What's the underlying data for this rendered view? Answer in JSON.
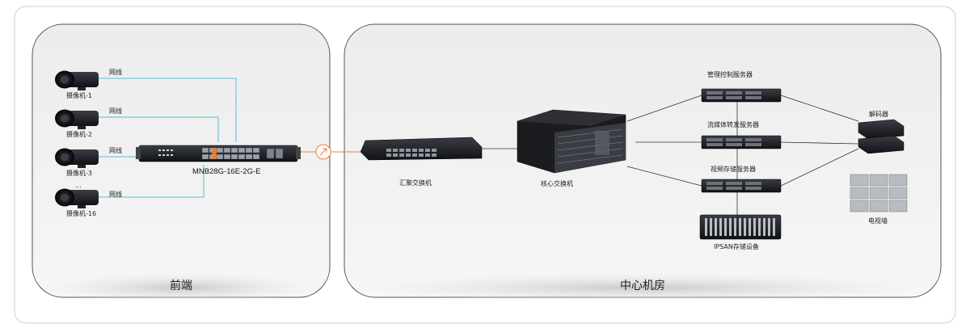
{
  "zones": {
    "front": "前端",
    "center": "中心机房"
  },
  "cameras": [
    {
      "label": "摄像机-1",
      "cable": "网线"
    },
    {
      "label": "摄像机-2",
      "cable": "网线"
    },
    {
      "label": "摄像机-3",
      "cable": "网线"
    },
    {
      "label": "摄像机-16",
      "cable": "网线"
    }
  ],
  "ellipsis": "...",
  "poe_switch": {
    "model": "MNB28G-16E-2G-E"
  },
  "aggregation_switch": {
    "label": "汇聚交换机"
  },
  "core_switch": {
    "label": "核心交换机"
  },
  "servers": {
    "management": "管理控制服务器",
    "streaming": "流媒体转发服务器",
    "storage": "视频存储服务器"
  },
  "ipsan": {
    "label": "IPSAN存储设备"
  },
  "decoder": {
    "label": "解码器"
  },
  "video_wall": {
    "label": "电视墙"
  },
  "colors": {
    "cable": "#55c0d4",
    "uplink": "#e8813a",
    "panel_fill": "#eeeeee",
    "link": "#333333"
  }
}
